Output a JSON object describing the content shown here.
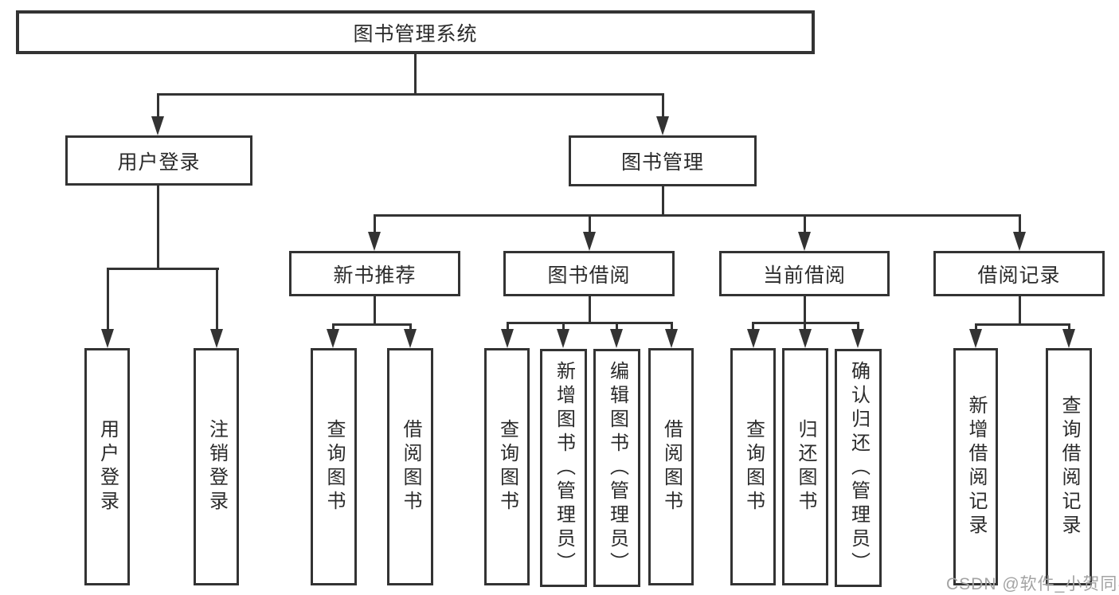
{
  "diagram": {
    "root_label": "图书管理系统",
    "level2": [
      {
        "label": "用户登录",
        "children": [
          "用户登录",
          "注销登录"
        ]
      },
      {
        "label": "图书管理",
        "sections": [
          {
            "label": "新书推荐",
            "children": [
              "查询图书",
              "借阅图书"
            ]
          },
          {
            "label": "图书借阅",
            "children": [
              "查询图书",
              "新增图书（管理员）",
              "编辑图书（管理员）",
              "借阅图书"
            ]
          },
          {
            "label": "当前借阅",
            "children": [
              "查询图书",
              "归还图书",
              "确认归还（管理员）"
            ]
          },
          {
            "label": "借阅记录",
            "children": [
              "新增借阅记录",
              "查询借阅记录"
            ]
          }
        ]
      }
    ]
  },
  "watermark": {
    "text": "CSDN @软件_小贺同学"
  },
  "colors": {
    "line": "#333333",
    "text": "#2b2b2b",
    "watermark": "#a3a3a3",
    "background": "#ffffff"
  }
}
